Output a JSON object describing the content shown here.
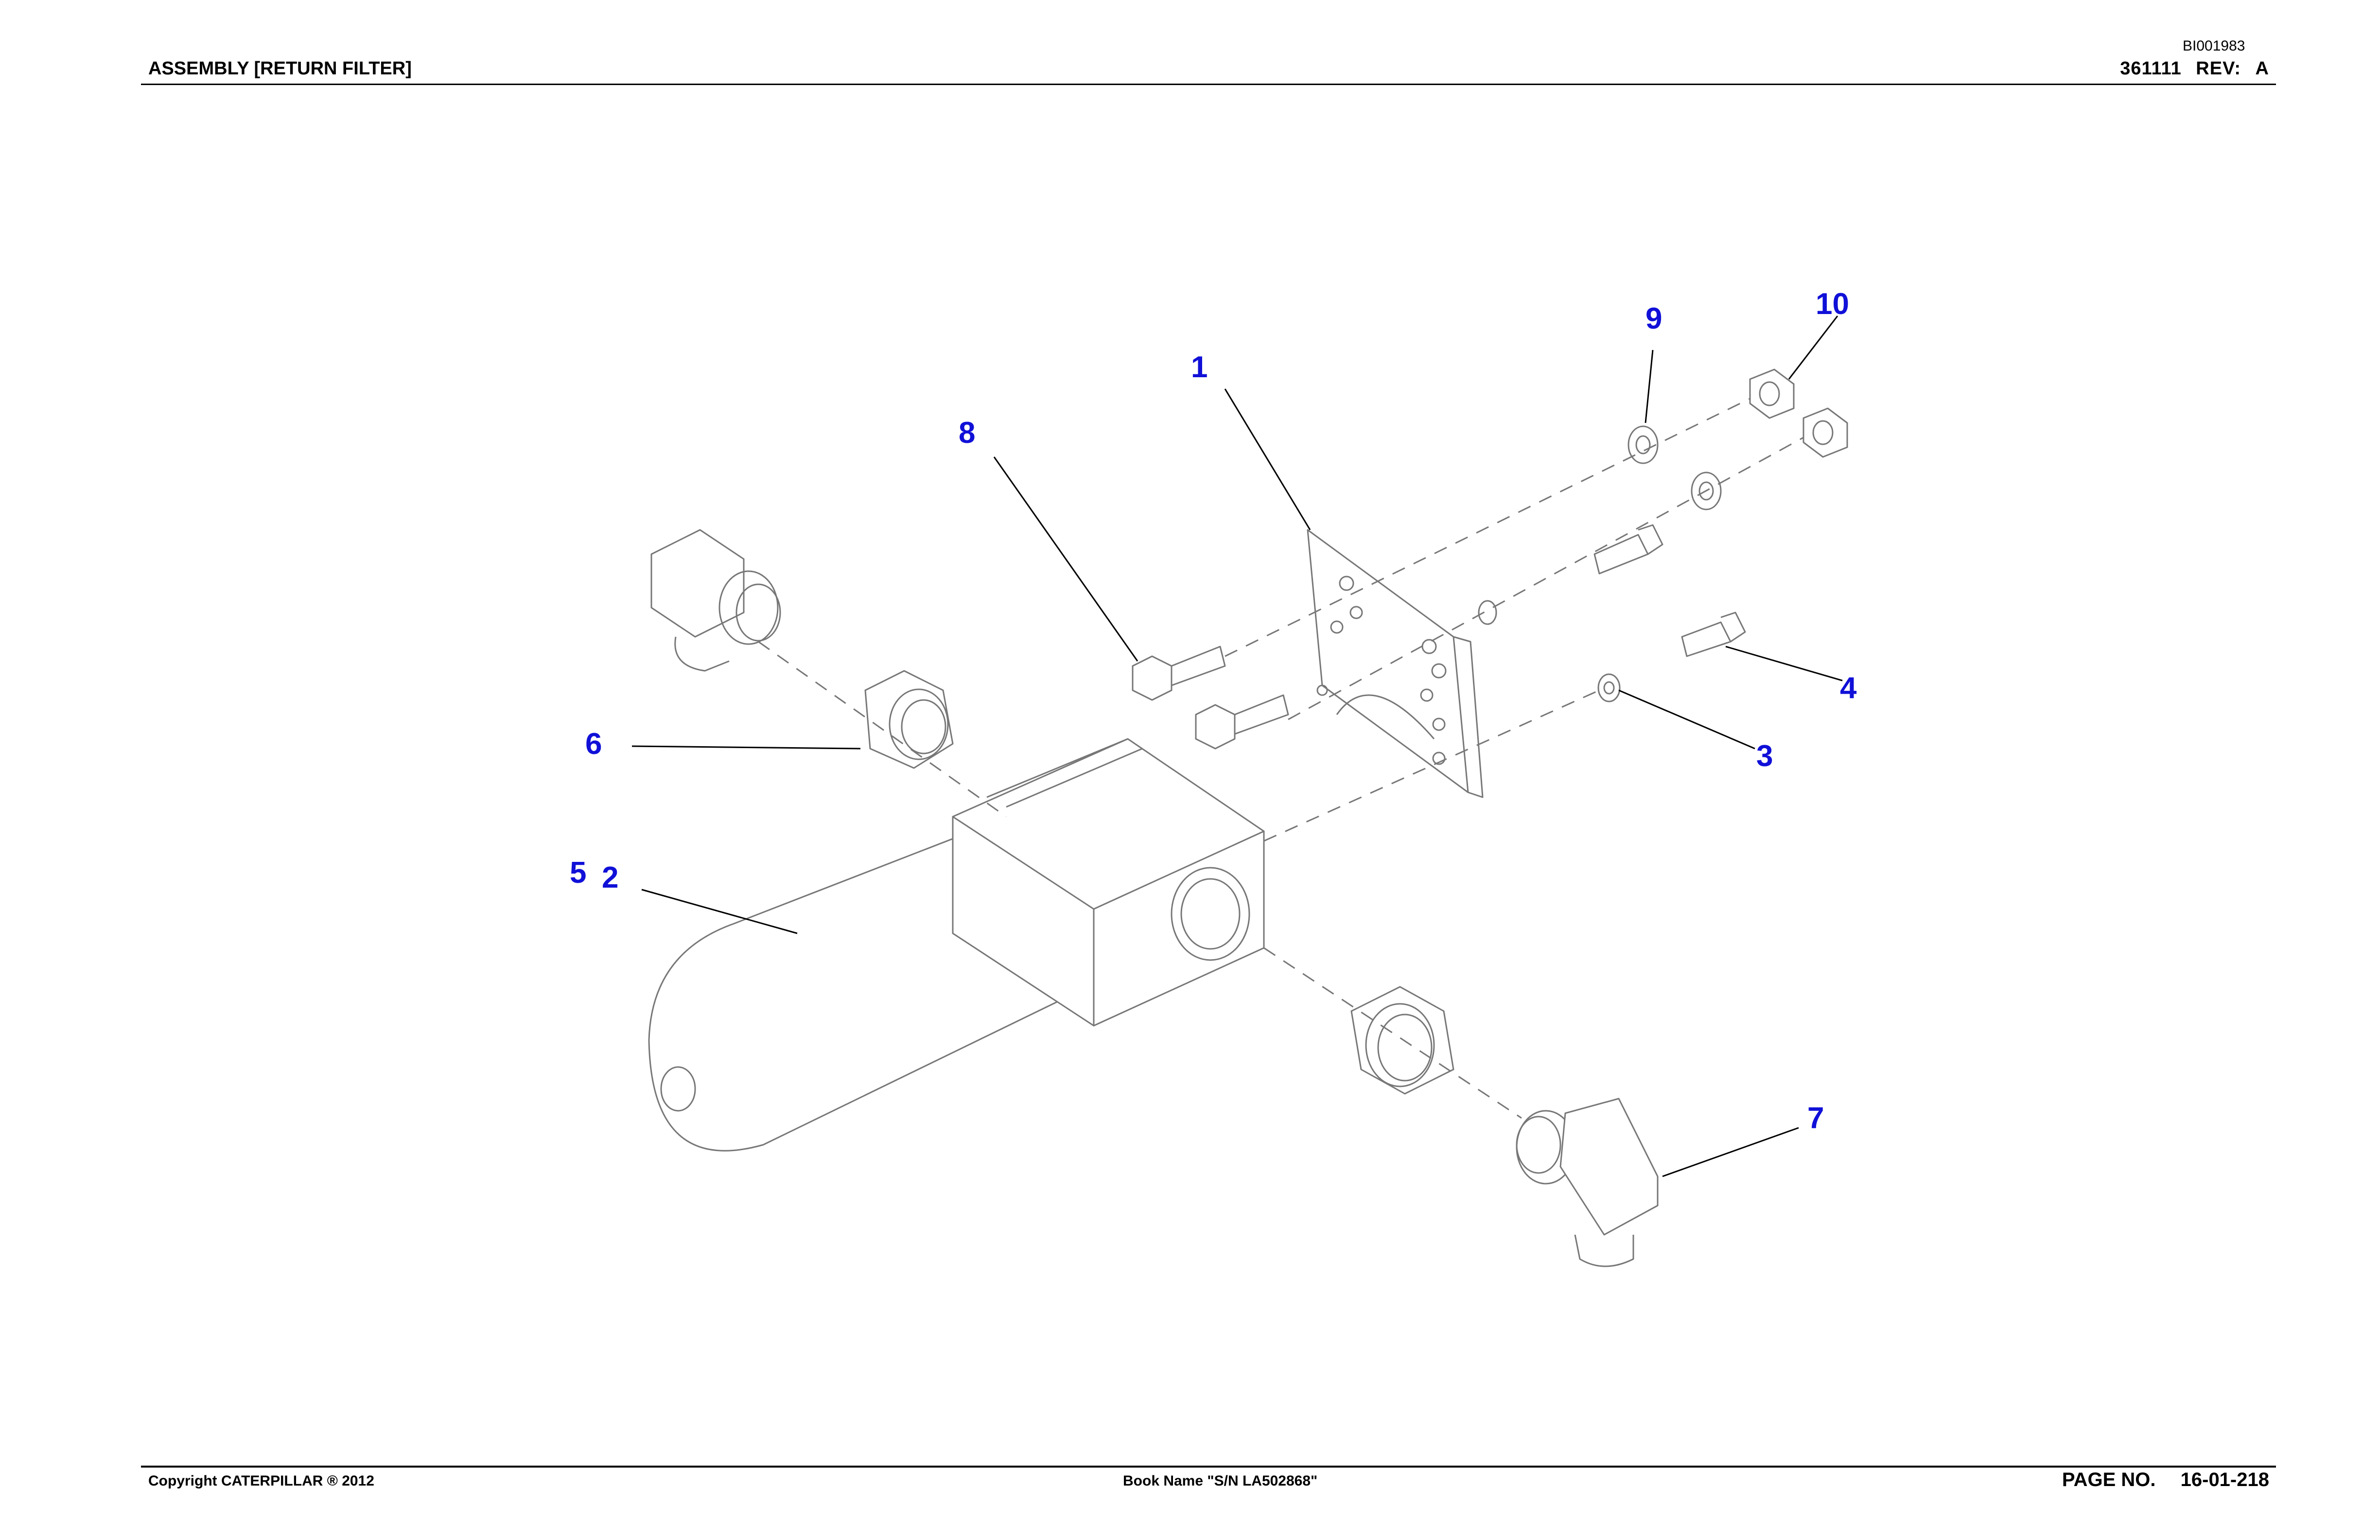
{
  "header": {
    "doc_code": "BI001983",
    "title": "ASSEMBLY [RETURN FILTER]",
    "part_number": "361111",
    "rev_label": "REV:",
    "rev_value": "A"
  },
  "footer": {
    "copyright": "Copyright CATERPILLAR ® 2012",
    "book_name": "Book Name \"S/N LA502868\"",
    "page_label": "PAGE NO.",
    "page_value": "16-01-218"
  },
  "callouts": {
    "c1": "1",
    "c2": "2",
    "c3": "3",
    "c4": "4",
    "c5": "5",
    "c6": "6",
    "c7": "7",
    "c8": "8",
    "c9": "9",
    "c10": "10"
  },
  "colors": {
    "callout": "#1010d8",
    "line": "#000000"
  }
}
